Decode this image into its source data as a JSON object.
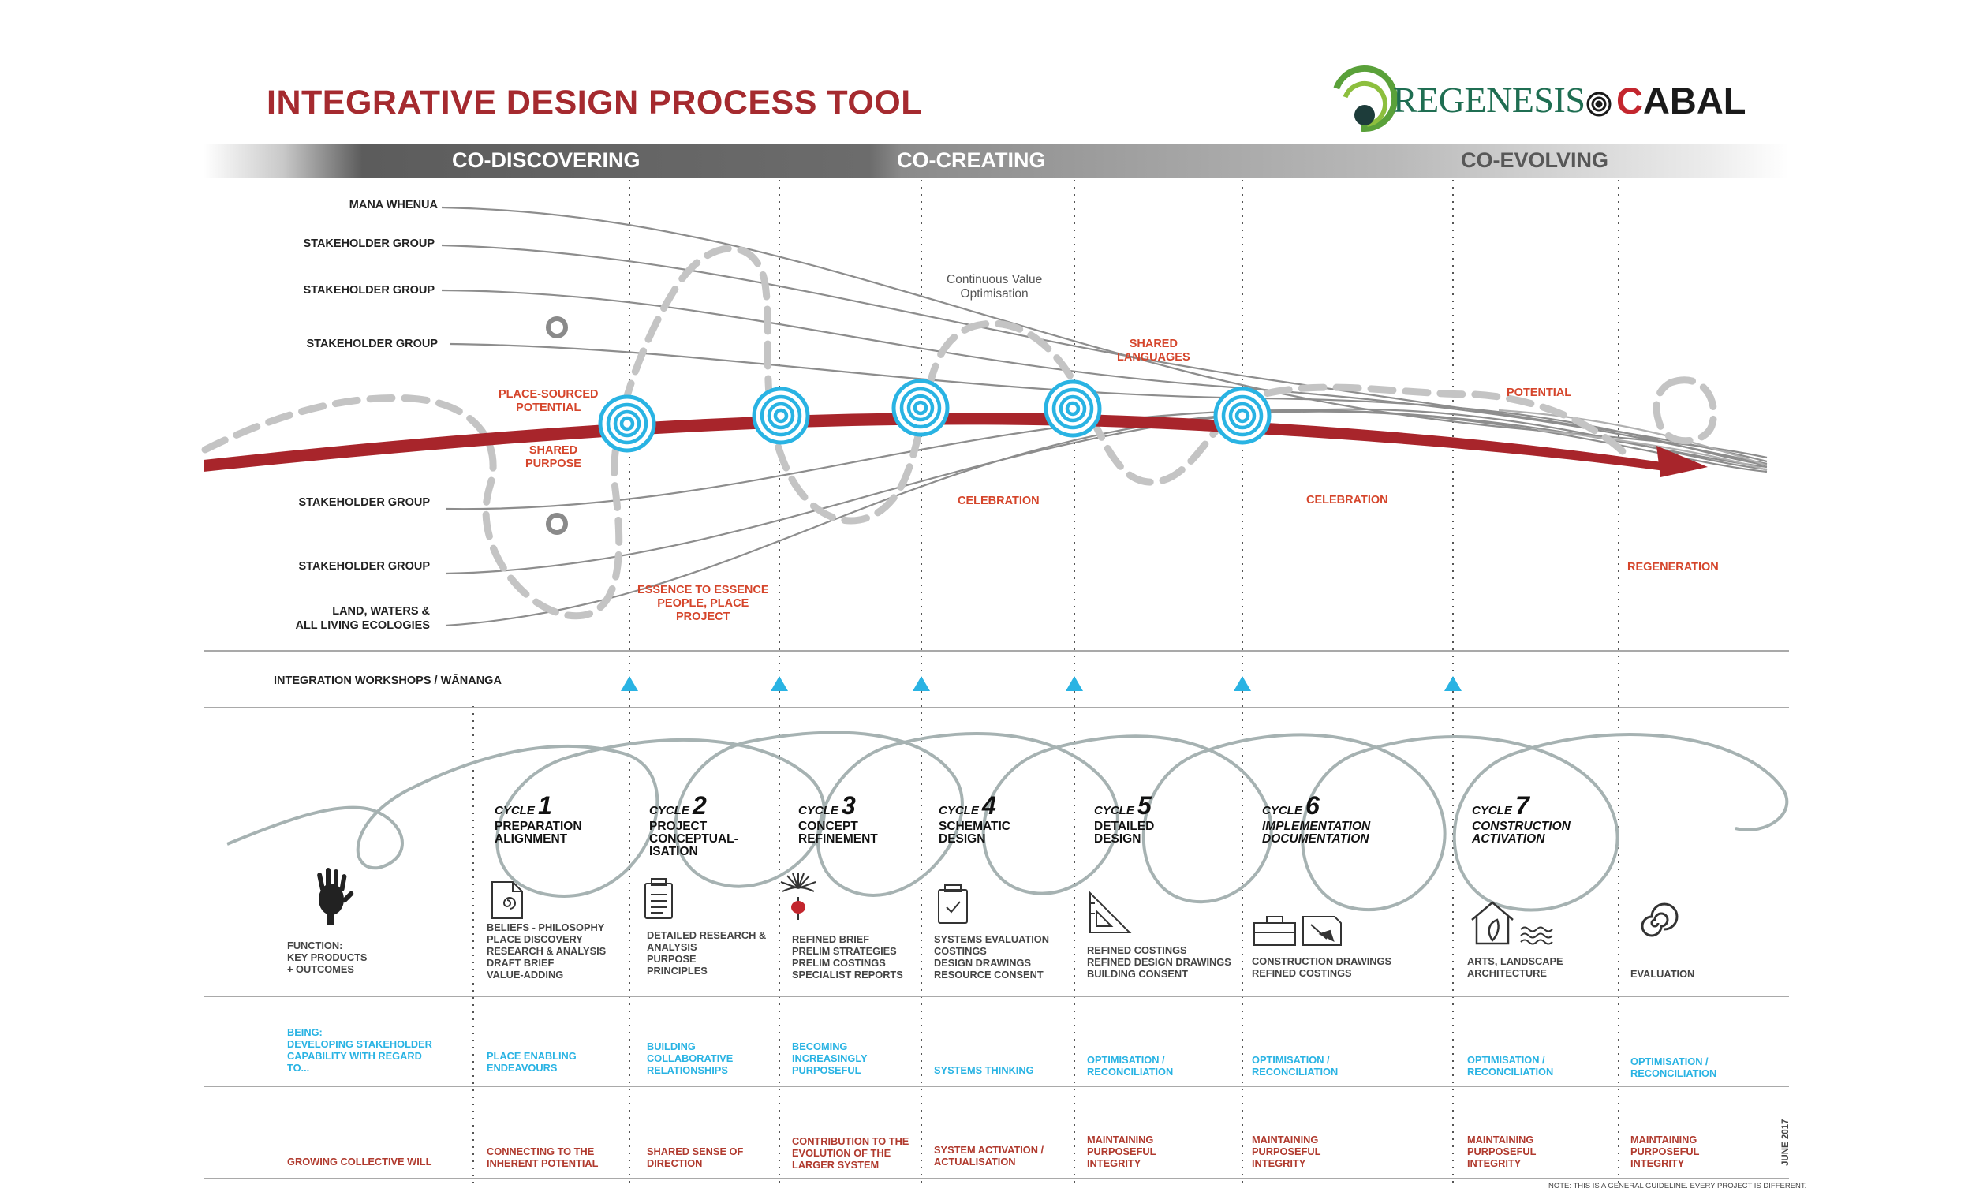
{
  "title": "INTEGRATIVE DESIGN PROCESS TOOL",
  "logos": {
    "regenesis": "REGENESIS",
    "cabal_c": "C",
    "cabal_rest": "ABAL"
  },
  "colors": {
    "title": "#a52a2f",
    "accent_red": "#d5452b",
    "arrow": "#a8252b",
    "node_blue": "#29b3e3",
    "outcome_rust": "#b03a2e"
  },
  "phases": {
    "discovering": "CO-DISCOVERING",
    "creating": "CO-CREATING",
    "evolving": "CO-EVOLVING"
  },
  "lanes": {
    "mana_whenua": "MANA WHENUA",
    "stakeholder_1": "STAKEHOLDER GROUP",
    "stakeholder_2": "STAKEHOLDER GROUP",
    "stakeholder_3": "STAKEHOLDER GROUP",
    "stakeholder_4": "STAKEHOLDER GROUP",
    "stakeholder_5": "STAKEHOLDER GROUP",
    "land_1": "LAND, WATERS &",
    "land_2": "ALL LIVING ECOLOGIES"
  },
  "flow_labels": {
    "place_sourced_1": "PLACE-SOURCED",
    "place_sourced_2": "POTENTIAL",
    "shared_purpose_1": "SHARED",
    "shared_purpose_2": "PURPOSE",
    "essence_1": "ESSENCE TO ESSENCE",
    "essence_2": "PEOPLE, PLACE",
    "essence_3": "PROJECT",
    "continuous_1": "Continuous Value",
    "continuous_2": "Optimisation",
    "shared_lang_1": "SHARED",
    "shared_lang_2": "LANGUAGES",
    "celebration_1": "CELEBRATION",
    "celebration_2": "CELEBRATION",
    "potential": "POTENTIAL",
    "regeneration": "REGENERATION"
  },
  "workshops_label": "INTEGRATION WORKSHOPS / WĀNANGA",
  "cycle_word": "CYCLE",
  "cycles": [
    {
      "num": "1",
      "l1": "PREPARATION",
      "l2": "ALIGNMENT",
      "l3": ""
    },
    {
      "num": "2",
      "l1": "PROJECT",
      "l2": "CONCEPTUAL-",
      "l3": "ISATION"
    },
    {
      "num": "3",
      "l1": "CONCEPT",
      "l2": "REFINEMENT",
      "l3": ""
    },
    {
      "num": "4",
      "l1": "SCHEMATIC",
      "l2": "DESIGN",
      "l3": ""
    },
    {
      "num": "5",
      "l1": "DETAILED",
      "l2": "DESIGN",
      "l3": ""
    },
    {
      "num": "6",
      "l1": "IMPLEMENTATION",
      "l2": "DOCUMENTATION",
      "l3": ""
    },
    {
      "num": "7",
      "l1": "CONSTRUCTION",
      "l2": "ACTIVATION",
      "l3": ""
    }
  ],
  "function_label": [
    "FUNCTION:",
    "KEY PRODUCTS",
    "+ OUTCOMES"
  ],
  "products": [
    [
      "BELIEFS - PHILOSOPHY",
      "PLACE DISCOVERY",
      "RESEARCH & ANALYSIS",
      "DRAFT BRIEF",
      "VALUE-ADDING"
    ],
    [
      "DETAILED RESEARCH &",
      "ANALYSIS",
      "PURPOSE",
      "PRINCIPLES"
    ],
    [
      "REFINED BRIEF",
      "PRELIM STRATEGIES",
      "PRELIM COSTINGS",
      "SPECIALIST REPORTS"
    ],
    [
      "SYSTEMS EVALUATION",
      "COSTINGS",
      "DESIGN DRAWINGS",
      "RESOURCE CONSENT"
    ],
    [
      "REFINED COSTINGS",
      "REFINED DESIGN DRAWINGS",
      "BUILDING CONSENT"
    ],
    [
      "CONSTRUCTION DRAWINGS",
      "REFINED COSTINGS"
    ],
    [
      "ARTS, LANDSCAPE",
      "ARCHITECTURE"
    ],
    [
      "EVALUATION"
    ]
  ],
  "being_label": [
    "BEING:",
    "DEVELOPING STAKEHOLDER",
    "CAPABILITY WITH REGARD",
    "TO..."
  ],
  "being": [
    [
      "PLACE ENABLING",
      "ENDEAVOURS"
    ],
    [
      "BUILDING",
      "COLLABORATIVE",
      "RELATIONSHIPS"
    ],
    [
      "BECOMING",
      "INCREASINGLY",
      "PURPOSEFUL"
    ],
    [
      "SYSTEMS THINKING"
    ],
    [
      "OPTIMISATION /",
      "RECONCILIATION"
    ],
    [
      "OPTIMISATION /",
      "RECONCILIATION"
    ],
    [
      "OPTIMISATION /",
      "RECONCILIATION"
    ],
    [
      "OPTIMISATION /",
      "RECONCILIATION"
    ]
  ],
  "will_label": "GROWING COLLECTIVE WILL",
  "will": [
    [
      "CONNECTING TO THE",
      "INHERENT POTENTIAL"
    ],
    [
      "SHARED SENSE OF",
      "DIRECTION"
    ],
    [
      "CONTRIBUTION TO THE",
      "EVOLUTION OF THE",
      "LARGER SYSTEM"
    ],
    [
      "SYSTEM ACTIVATION /",
      "ACTUALISATION"
    ],
    [
      "MAINTAINING",
      "PURPOSEFUL",
      "INTEGRITY"
    ],
    [
      "MAINTAINING",
      "PURPOSEFUL",
      "INTEGRITY"
    ],
    [
      "MAINTAINING",
      "PURPOSEFUL",
      "INTEGRITY"
    ],
    [
      "MAINTAINING",
      "PURPOSEFUL",
      "INTEGRITY"
    ]
  ],
  "date": "JUNE 2017",
  "note": "NOTE: THIS IS A GENERAL GUIDELINE. EVERY PROJECT IS DIFFERENT.",
  "icons": [
    "handprint-icon",
    "document-spiral-icon",
    "clipboard-icon",
    "sunburst-plant-icon",
    "checklist-icon",
    "set-square-icon",
    "toolbox-icon",
    "trowel-icon",
    "house-icon",
    "water-waves-icon",
    "spiral-icon",
    "regenesis-logo-icon",
    "cabal-logo-icon"
  ]
}
